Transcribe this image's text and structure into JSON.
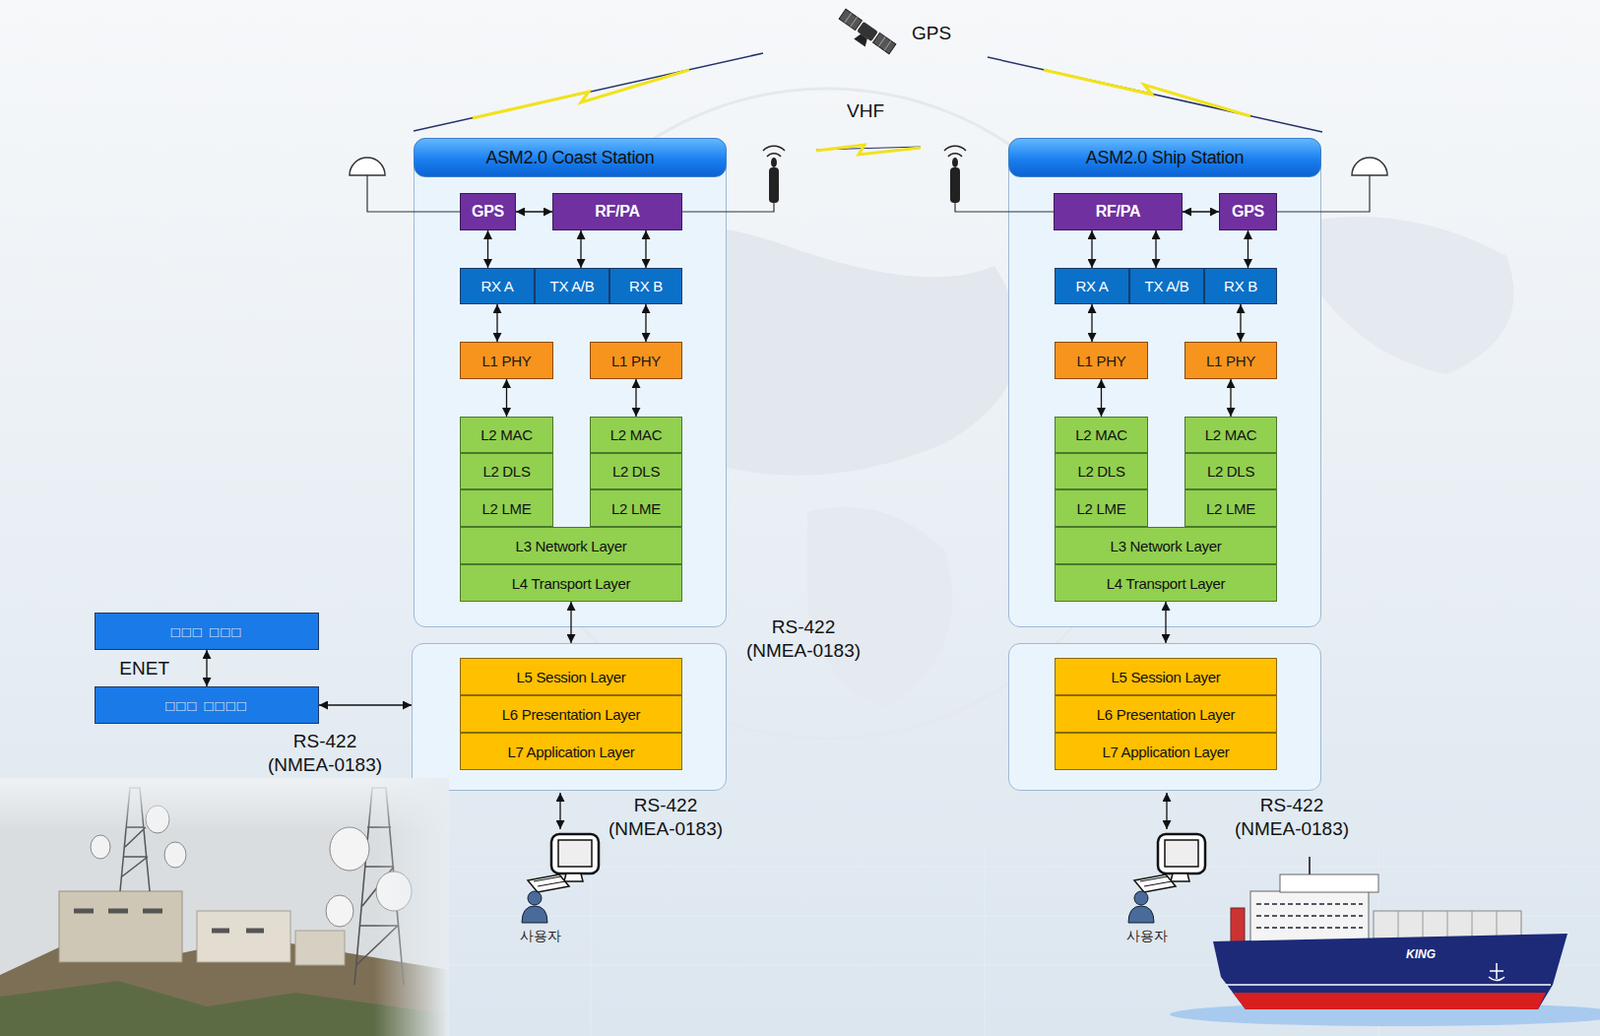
{
  "diagram": {
    "nodes": [
      {
        "text": [
          "ASM2.0 Coast Station"
        ]
      },
      {
        "text": [
          "GPS"
        ],
        "in": 0
      },
      {
        "text": [
          "RF/PA"
        ],
        "in": 0
      },
      {
        "text": [
          "RX A"
        ],
        "in": 0
      },
      {
        "text": [
          "TX A/B"
        ],
        "in": 0
      },
      {
        "text": [
          "RX B"
        ],
        "in": 0
      },
      {
        "text": [
          "L1 PHY"
        ],
        "in": 0
      },
      {
        "text": [
          "L1 PHY"
        ],
        "in": 0
      },
      {
        "text": [
          "L2 MAC"
        ],
        "in": 0
      },
      {
        "text": [
          "L2 DLS"
        ],
        "in": 0
      },
      {
        "text": [
          "L2 LME"
        ],
        "in": 0
      },
      {
        "text": [
          "L2 MAC"
        ],
        "in": 0
      },
      {
        "text": [
          "L2 DLS"
        ],
        "in": 0
      },
      {
        "text": [
          "L2 LME"
        ],
        "in": 0
      },
      {
        "text": [
          "L3 Network Layer"
        ],
        "in": 0
      },
      {
        "text": [
          "L4 Transport Layer"
        ],
        "in": 0
      },
      {
        "text": [
          "ASM2.0 Ship Station"
        ]
      },
      {
        "text": [
          "RF/PA"
        ],
        "in": 16
      },
      {
        "text": [
          "GPS"
        ],
        "in": 16
      },
      {
        "text": [
          "RX A"
        ],
        "in": 16
      },
      {
        "text": [
          "TX A/B"
        ],
        "in": 16
      },
      {
        "text": [
          "RX B"
        ],
        "in": 16
      },
      {
        "text": [
          "L1 PHY"
        ],
        "in": 16
      },
      {
        "text": [
          "L1 PHY"
        ],
        "in": 16
      },
      {
        "text": [
          "L2 MAC"
        ],
        "in": 16
      },
      {
        "text": [
          "L2 DLS"
        ],
        "in": 16
      },
      {
        "text": [
          "L2 LME"
        ],
        "in": 16
      },
      {
        "text": [
          "L2 MAC"
        ],
        "in": 16
      },
      {
        "text": [
          "L2 DLS"
        ],
        "in": 16
      },
      {
        "text": [
          "L2 LME"
        ],
        "in": 16
      },
      {
        "text": [
          "L3 Network Layer"
        ],
        "in": 16
      },
      {
        "text": [
          "L4 Transport Layer"
        ],
        "in": 16
      },
      {
        "text": []
      },
      {
        "text": [
          "L5 Session Layer"
        ],
        "in": 32
      },
      {
        "text": [
          "L6 Presentation Layer"
        ],
        "in": 32
      },
      {
        "text": [
          "L7 Application Layer"
        ],
        "in": 32
      },
      {
        "text": []
      },
      {
        "text": [
          "L5 Session Layer"
        ],
        "in": 36
      },
      {
        "text": [
          "L6 Presentation Layer"
        ],
        "in": 36
      },
      {
        "text": [
          "L7 Application Layer"
        ],
        "in": 36
      },
      {
        "text": [
          "□□□ □□□"
        ]
      },
      {
        "text": [
          "□□□ □□□□"
        ]
      }
    ],
    "edges": [
      {
        "from": 1,
        "to": 2,
        "arrow": "both"
      },
      {
        "from": 1,
        "to": 3,
        "arrow": "both"
      },
      {
        "from": 2,
        "to": 4,
        "arrow": "both"
      },
      {
        "from": 2,
        "to": 5,
        "arrow": "both"
      },
      {
        "from": 3,
        "to": 6,
        "arrow": "both"
      },
      {
        "from": 5,
        "to": 7,
        "arrow": "both"
      },
      {
        "from": 6,
        "to": 8,
        "arrow": "both"
      },
      {
        "from": 7,
        "to": 11,
        "arrow": "both"
      },
      {
        "from": 15,
        "to": 32,
        "arrow": "both"
      },
      {
        "from": 17,
        "to": 18,
        "arrow": "both"
      },
      {
        "from": 17,
        "to": 19,
        "arrow": "both"
      },
      {
        "from": 17,
        "to": 20,
        "arrow": "both"
      },
      {
        "from": 18,
        "to": 21,
        "arrow": "both"
      },
      {
        "from": 19,
        "to": 22,
        "arrow": "both"
      },
      {
        "from": 21,
        "to": 23,
        "arrow": "both"
      },
      {
        "from": 22,
        "to": 24,
        "arrow": "both"
      },
      {
        "from": 23,
        "to": 27,
        "arrow": "both"
      },
      {
        "from": 31,
        "to": 36,
        "arrow": "both"
      },
      {
        "from": 40,
        "to": 41,
        "label": "ENET",
        "arrow": "both"
      },
      {
        "from": 41,
        "to": 32,
        "arrow": "both"
      }
    ],
    "labels": [
      "GPS",
      "VHF",
      "RS-422 (NMEA-0183)",
      "RS-422 (NMEA-0183)",
      "RS-422 (NMEA-0183)",
      "RS-422 (NMEA-0183)",
      "사용자",
      "사용자",
      "KING"
    ]
  }
}
